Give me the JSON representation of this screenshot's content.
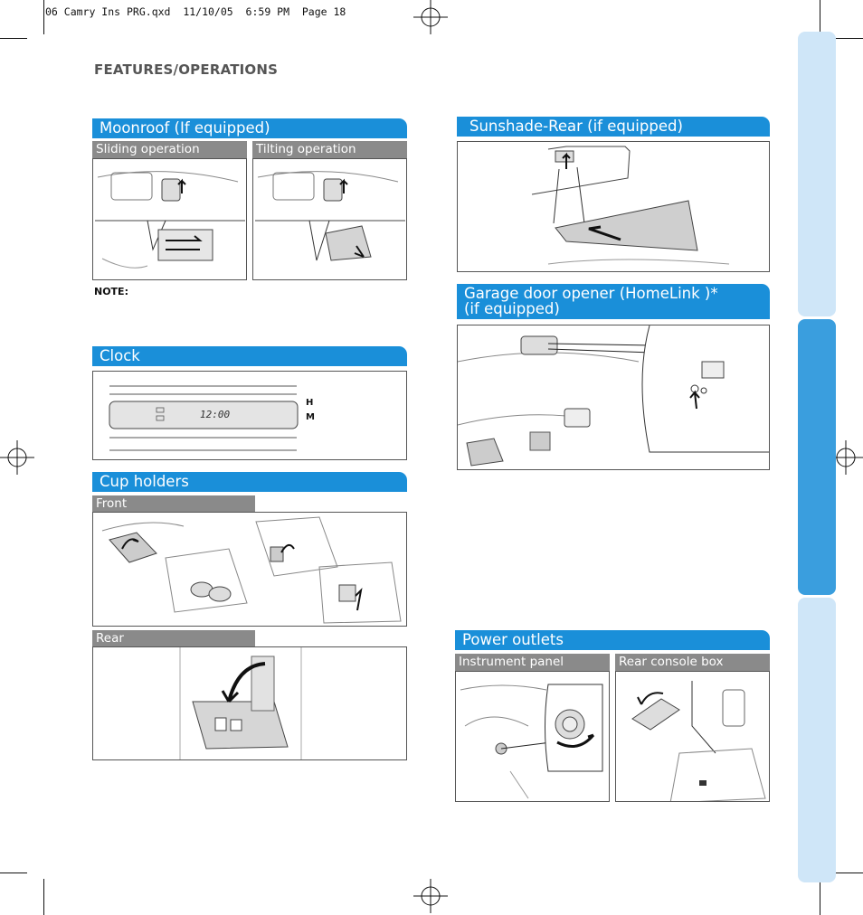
{
  "slug": "06 Camry Ins PRG.qxd  11/10/05  6:59 PM  Page 18",
  "page_heading": "FEATURES/OPERATIONS",
  "sections": {
    "moonroof": {
      "title": "Moonroof (If equipped)",
      "sub_left": "Sliding operation",
      "sub_right": "Tilting operation",
      "note_label": "NOTE:"
    },
    "clock": {
      "title": "Clock",
      "display_time": "12:00",
      "label_h": "H",
      "label_m": "M"
    },
    "cup_holders": {
      "title": "Cup holders",
      "sub_front": "Front",
      "sub_rear": "Rear"
    },
    "sunshade": {
      "title": "Sunshade-Rear (if equipped)"
    },
    "garage": {
      "title_line1": "Garage door opener (HomeLink )*",
      "title_line2": "(if equipped)"
    },
    "power_outlets": {
      "title": "Power outlets",
      "sub_left": "Instrument panel",
      "sub_right": "Rear console box"
    }
  },
  "colors": {
    "section_blue": "#1a8fd9",
    "sub_gray": "#8a8a8a",
    "tab_light": "#cfe6f8",
    "tab_active": "#3a9ede"
  }
}
